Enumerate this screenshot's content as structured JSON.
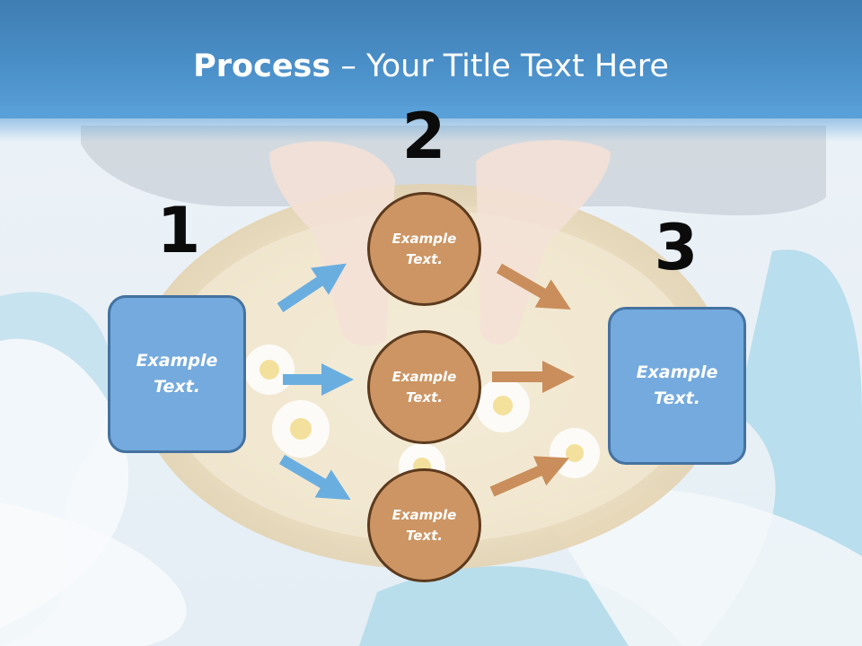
{
  "title": {
    "bold": "Process",
    "rest": " – Your Title Text Here"
  },
  "steps": [
    {
      "number": "1",
      "label": "Example Text."
    },
    {
      "number": "2",
      "label": "Example Text."
    },
    {
      "number": "3",
      "label": "Example Text."
    }
  ],
  "circles": [
    {
      "label": "Example Text."
    },
    {
      "label": "Example Text."
    },
    {
      "label": "Example Text."
    }
  ],
  "colors": {
    "blue_box": "#74aadd",
    "blue_arrow": "#6aaee0",
    "brown_circle": "#cc9563",
    "brown_arrow": "#c98e5b",
    "title_band": "#4a8fc8"
  }
}
